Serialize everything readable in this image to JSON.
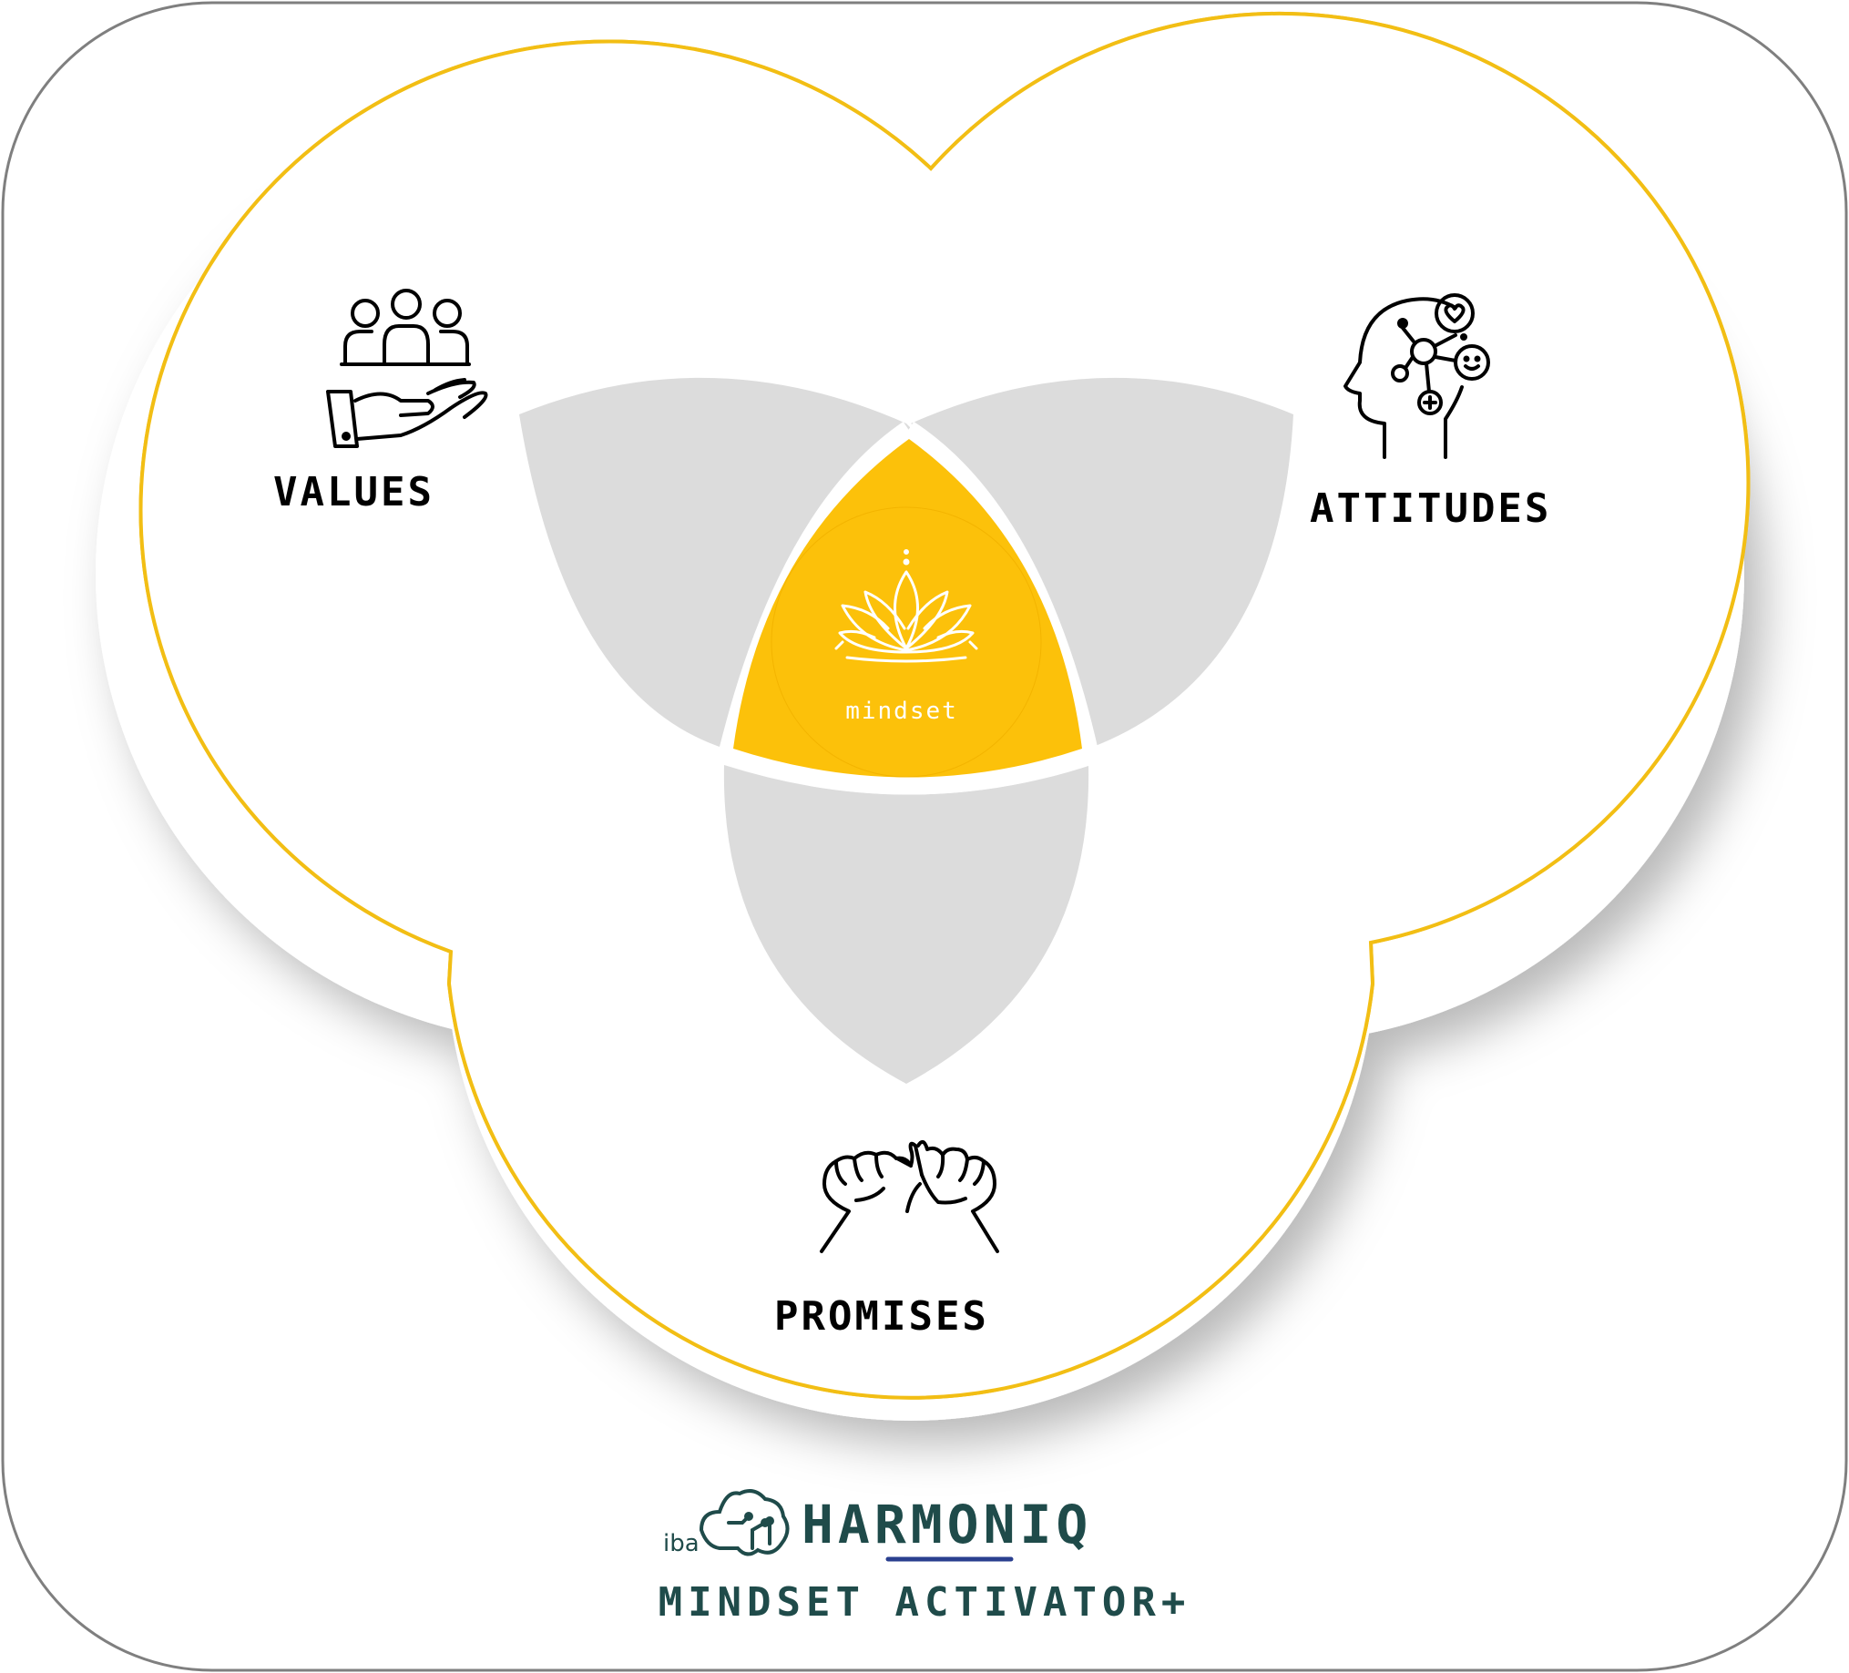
{
  "diagram": {
    "center_label": "mindset",
    "sections": [
      {
        "label": "VALUES",
        "icon": "people-on-hand-icon"
      },
      {
        "label": "Attitudes",
        "icon": "mind-emotions-icon"
      },
      {
        "label": "PROMISES",
        "icon": "pinky-promise-icon"
      }
    ]
  },
  "footer": {
    "prefix": "iba",
    "brand": "HARMONIQ",
    "subtitle": "mindset activator+"
  },
  "colors": {
    "accent": "#fcc10a",
    "outline": "#f2be14",
    "petal": "#dcdcdc",
    "frame": "#7f7f7f",
    "brand": "#1f4b4a"
  }
}
